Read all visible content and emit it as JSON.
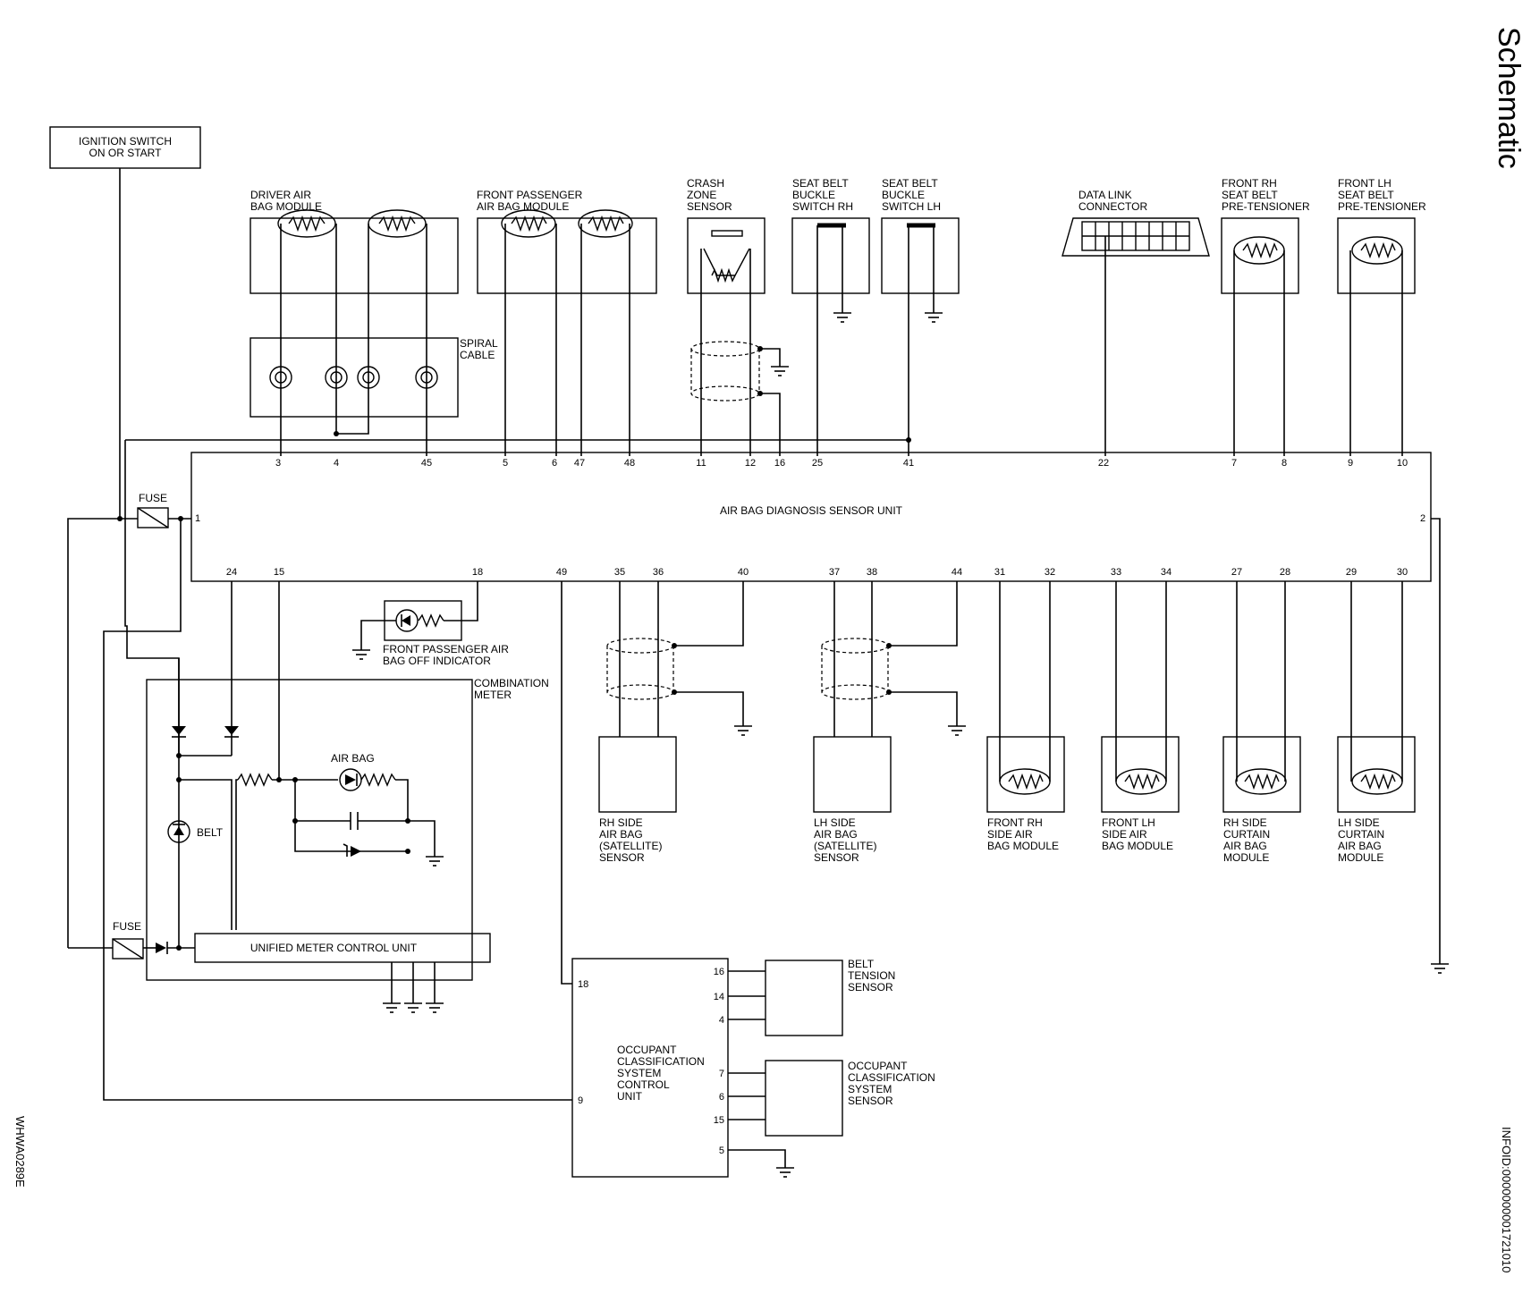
{
  "header": {
    "title": "Schematic"
  },
  "side_codes": {
    "left": "WHWA0289E",
    "right": "INFOID:0000000001721010"
  },
  "components": {
    "ignition": [
      "IGNITION SWITCH",
      "ON OR START"
    ],
    "driver_airbag": [
      "DRIVER AIR",
      "BAG MODULE"
    ],
    "front_pass_airbag": [
      "FRONT PASSENGER",
      "AIR BAG MODULE"
    ],
    "crash_zone": [
      "CRASH",
      "ZONE",
      "SENSOR"
    ],
    "buckle_rh": [
      "SEAT BELT",
      "BUCKLE",
      "SWITCH RH"
    ],
    "buckle_lh": [
      "SEAT BELT",
      "BUCKLE",
      "SWITCH LH"
    ],
    "dlc": [
      "DATA LINK",
      "CONNECTOR"
    ],
    "pret_rh": [
      "FRONT RH",
      "SEAT BELT",
      "PRE-TENSIONER"
    ],
    "pret_lh": [
      "FRONT LH",
      "SEAT BELT",
      "PRE-TENSIONER"
    ],
    "spiral": [
      "SPIRAL",
      "CABLE"
    ],
    "main_unit": "AIR BAG DIAGNOSIS SENSOR UNIT",
    "fuse": "FUSE",
    "pass_off": [
      "FRONT PASSENGER AIR",
      "BAG OFF INDICATOR"
    ],
    "combo_meter": [
      "COMBINATION",
      "METER"
    ],
    "airbag_lamp": "AIR BAG",
    "belt_lamp": "BELT",
    "umcu": "UNIFIED METER CONTROL UNIT",
    "rh_sat": [
      "RH SIDE",
      "AIR BAG",
      "(SATELLITE)",
      "SENSOR"
    ],
    "lh_sat": [
      "LH SIDE",
      "AIR BAG",
      "(SATELLITE)",
      "SENSOR"
    ],
    "front_rh_side": [
      "FRONT RH",
      "SIDE AIR",
      "BAG MODULE"
    ],
    "front_lh_side": [
      "FRONT LH",
      "SIDE AIR",
      "BAG MODULE"
    ],
    "rh_curtain": [
      "RH SIDE",
      "CURTAIN",
      "AIR BAG",
      "MODULE"
    ],
    "lh_curtain": [
      "LH SIDE",
      "CURTAIN",
      "AIR BAG",
      "MODULE"
    ],
    "occ_unit": [
      "OCCUPANT",
      "CLASSIFICATION",
      "SYSTEM",
      "CONTROL",
      "UNIT"
    ],
    "belt_tension": [
      "BELT",
      "TENSION",
      "SENSOR"
    ],
    "occ_sensor": [
      "OCCUPANT",
      "CLASSIFICATION",
      "SYSTEM",
      "SENSOR"
    ]
  },
  "pins": {
    "top": [
      "3",
      "4",
      "45",
      "5",
      "6",
      "47",
      "48",
      "11",
      "12",
      "16",
      "25",
      "41",
      "22",
      "7",
      "8",
      "9",
      "10"
    ],
    "bottom": [
      "24",
      "15",
      "18",
      "49",
      "35",
      "36",
      "40",
      "37",
      "38",
      "44",
      "31",
      "32",
      "33",
      "34",
      "27",
      "28",
      "29",
      "30"
    ],
    "side_left": "1",
    "side_right": "2",
    "occ_left": [
      "18",
      "9"
    ],
    "occ_right": [
      "16",
      "14",
      "4",
      "7",
      "6",
      "15",
      "5"
    ]
  }
}
